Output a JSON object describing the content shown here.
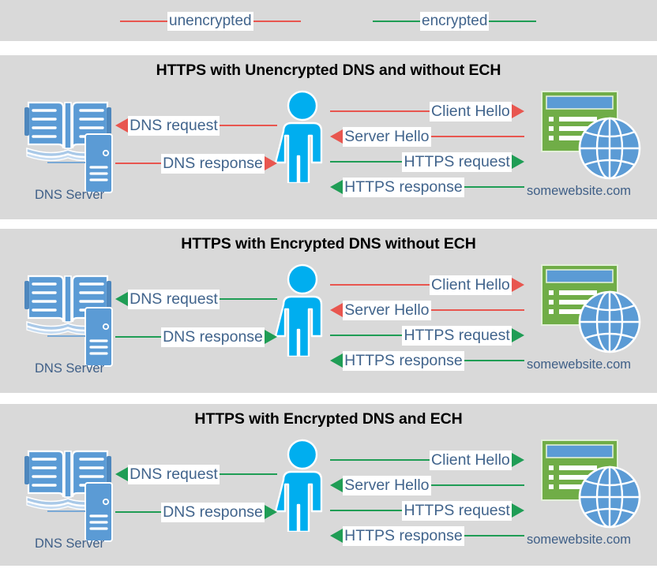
{
  "colors": {
    "unencrypted": "#e8564f",
    "encrypted": "#1f9d55",
    "panel_background": "#d9d9d9",
    "label_text": "#41648c",
    "title_text": "#000000",
    "person_blue": "#00aeef",
    "server_blue": "#5b9bd5",
    "website_green": "#70ad47",
    "globe_blue": "#5b9bd5"
  },
  "legend": {
    "items": [
      {
        "label": "unencrypted",
        "color_key": "unencrypted"
      },
      {
        "label": "encrypted",
        "color_key": "encrypted"
      }
    ]
  },
  "panels": [
    {
      "title": "HTTPS with Unencrypted DNS and without ECH",
      "dns_server_label": "DNS Server",
      "website_label": "somewebsite.com",
      "dns_flows": [
        {
          "label": "DNS request",
          "direction": "left",
          "state": "unencrypted"
        },
        {
          "label": "DNS response",
          "direction": "right",
          "state": "unencrypted"
        }
      ],
      "web_flows": [
        {
          "label": "Client Hello",
          "direction": "right",
          "state": "unencrypted"
        },
        {
          "label": "Server Hello",
          "direction": "left",
          "state": "unencrypted"
        },
        {
          "label": "HTTPS request",
          "direction": "right",
          "state": "encrypted"
        },
        {
          "label": "HTTPS response",
          "direction": "left",
          "state": "encrypted"
        }
      ]
    },
    {
      "title": "HTTPS with Encrypted DNS without ECH",
      "dns_server_label": "DNS Server",
      "website_label": "somewebsite.com",
      "dns_flows": [
        {
          "label": "DNS request",
          "direction": "left",
          "state": "encrypted"
        },
        {
          "label": "DNS response",
          "direction": "right",
          "state": "encrypted"
        }
      ],
      "web_flows": [
        {
          "label": "Client Hello",
          "direction": "right",
          "state": "unencrypted"
        },
        {
          "label": "Server Hello",
          "direction": "left",
          "state": "unencrypted"
        },
        {
          "label": "HTTPS request",
          "direction": "right",
          "state": "encrypted"
        },
        {
          "label": "HTTPS response",
          "direction": "left",
          "state": "encrypted"
        }
      ]
    },
    {
      "title": "HTTPS with Encrypted DNS and ECH",
      "dns_server_label": "DNS Server",
      "website_label": "somewebsite.com",
      "dns_flows": [
        {
          "label": "DNS request",
          "direction": "left",
          "state": "encrypted"
        },
        {
          "label": "DNS response",
          "direction": "right",
          "state": "encrypted"
        }
      ],
      "web_flows": [
        {
          "label": "Client Hello",
          "direction": "right",
          "state": "encrypted"
        },
        {
          "label": "Server Hello",
          "direction": "left",
          "state": "encrypted"
        },
        {
          "label": "HTTPS request",
          "direction": "right",
          "state": "encrypted"
        },
        {
          "label": "HTTPS response",
          "direction": "left",
          "state": "encrypted"
        }
      ]
    }
  ],
  "icons": {
    "dns_server": "dns-server-icon",
    "client": "person-icon",
    "website": "website-globe-icon"
  }
}
